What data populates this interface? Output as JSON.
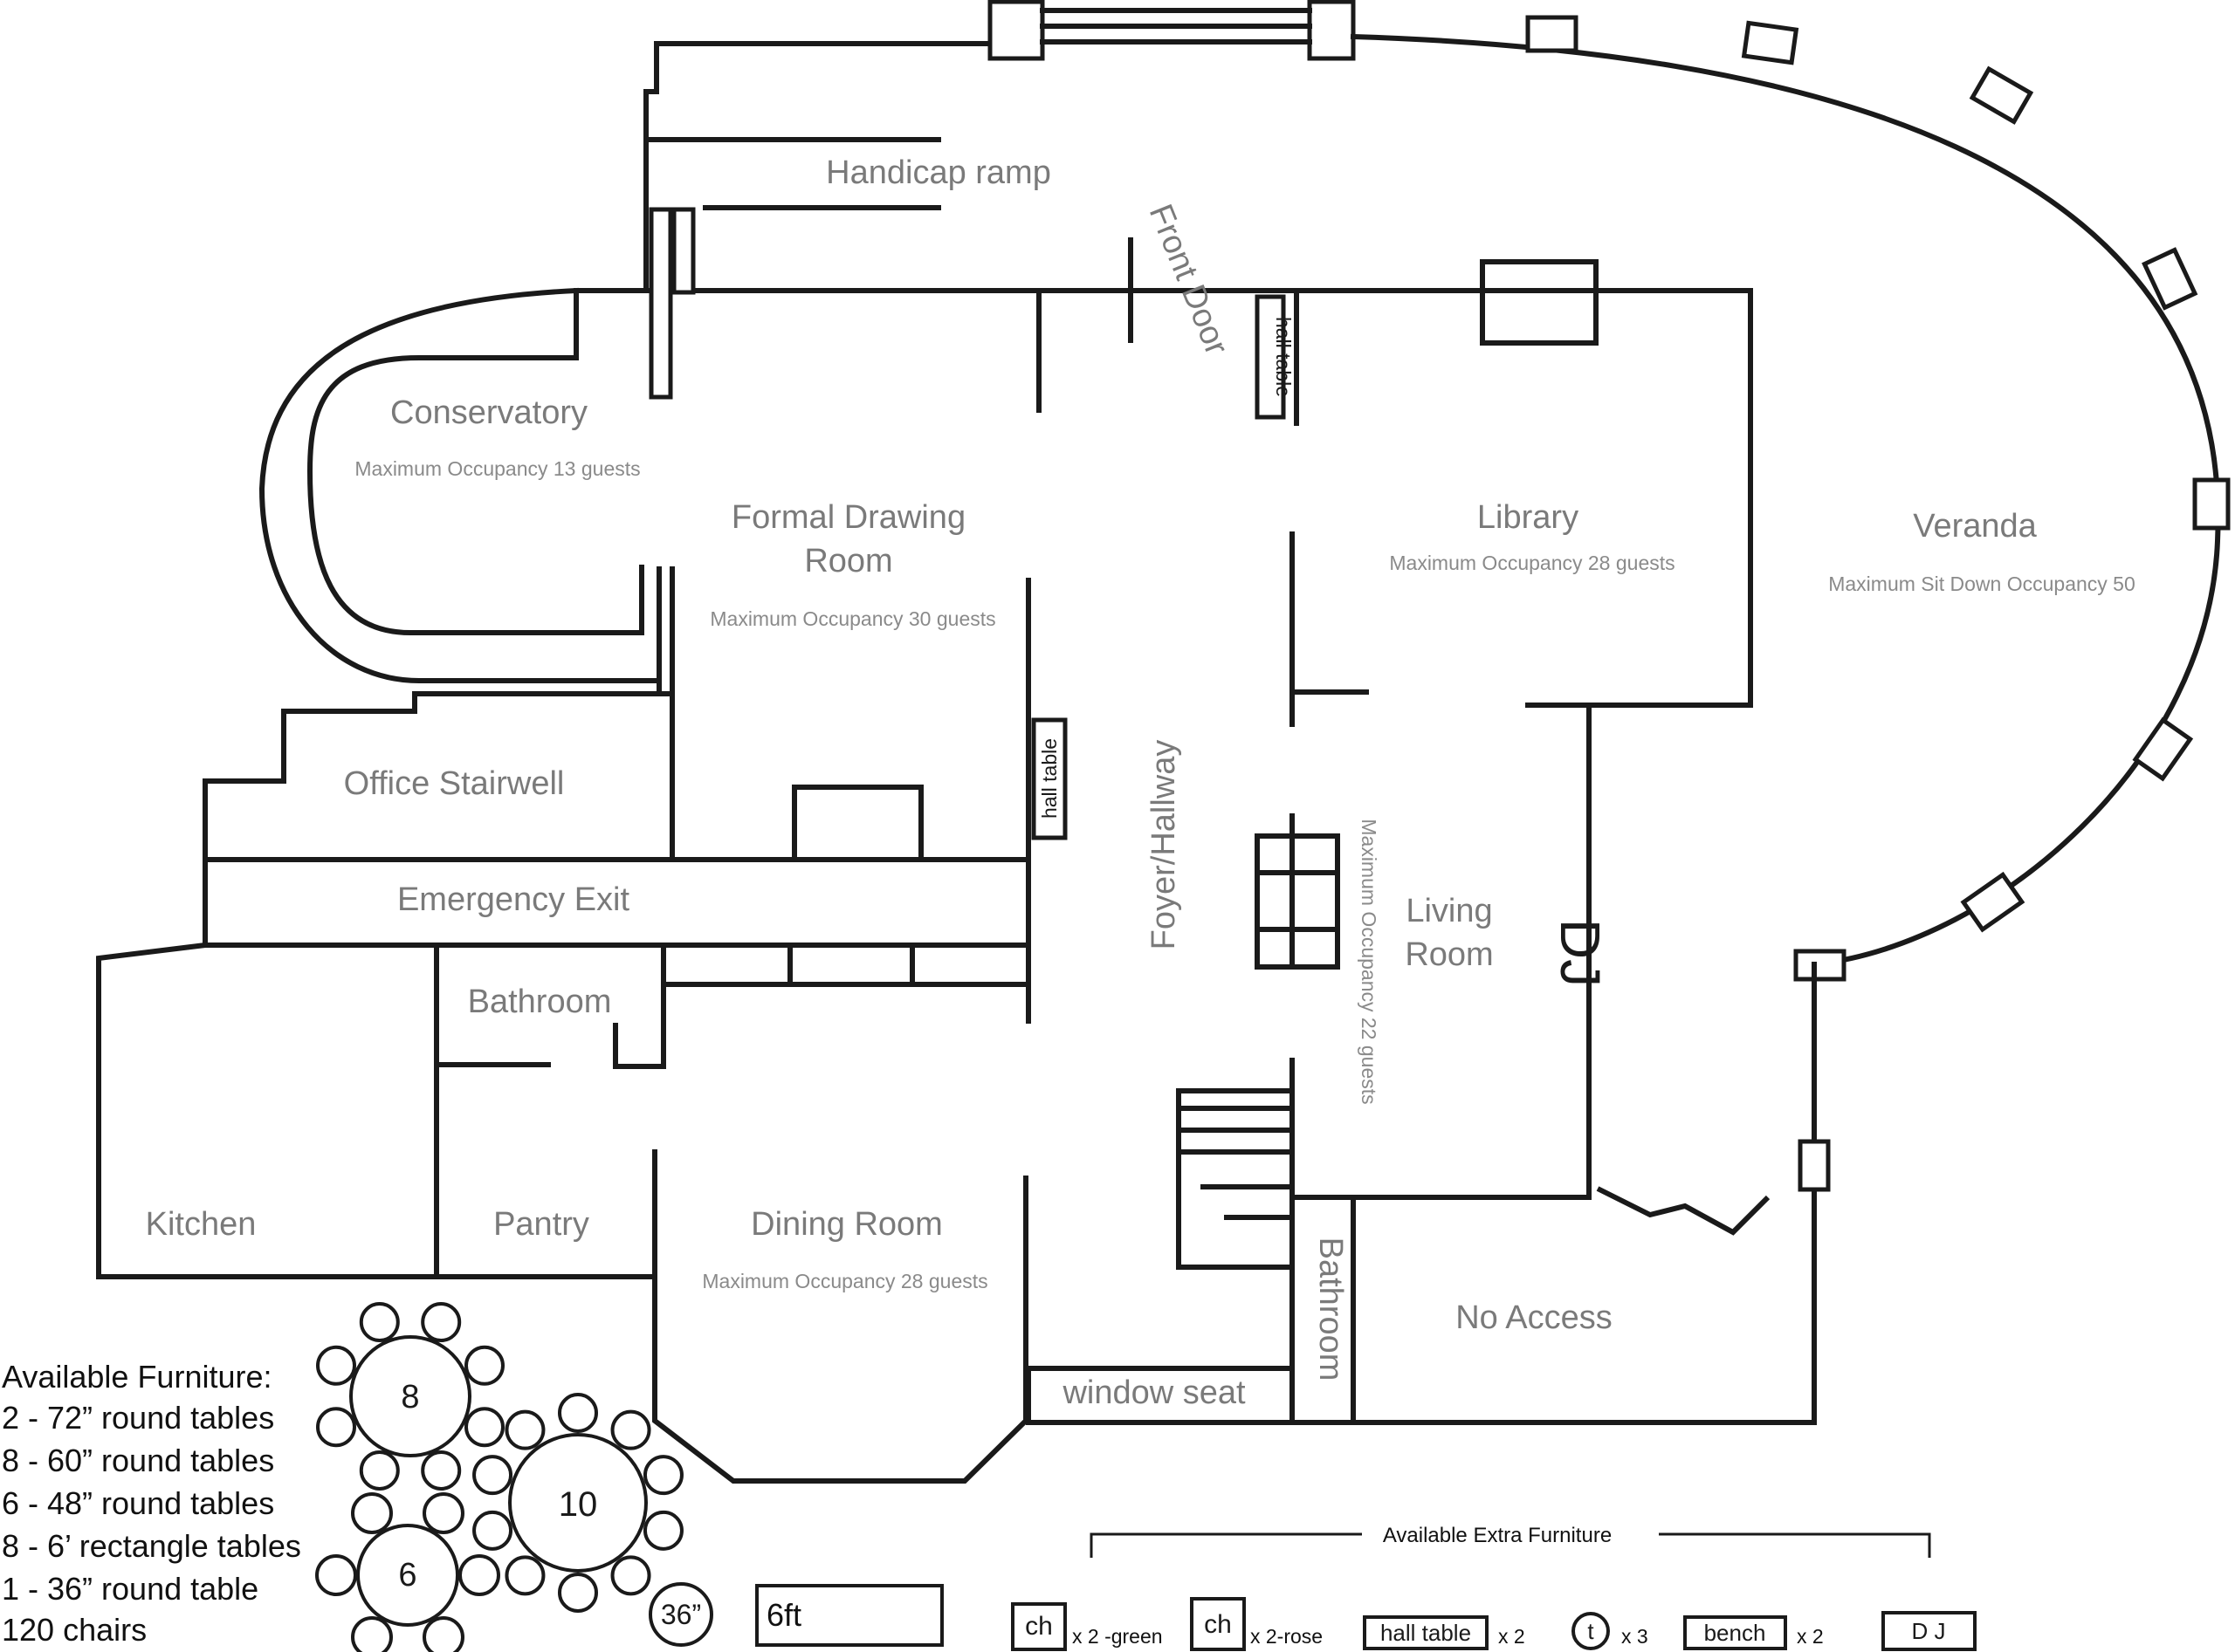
{
  "rooms": {
    "handicap_ramp": "Handicap ramp",
    "front_door": "Front Door",
    "conservatory": {
      "name": "Conservatory",
      "occupancy": "Maximum Occupancy 13 guests"
    },
    "formal_drawing_room": {
      "name_line1": "Formal Drawing",
      "name_line2": "Room",
      "occupancy": "Maximum Occupancy  30 guests"
    },
    "library": {
      "name": "Library",
      "occupancy": "Maximum Occupancy 28 guests"
    },
    "veranda": {
      "name": "Veranda",
      "occupancy": "Maximum Sit Down Occupancy 50"
    },
    "office_stairwell": "Office Stairwell",
    "emergency_exit": "Emergency Exit",
    "foyer_hallway": "Foyer/Hallway",
    "living_room": {
      "name_line1": "Living",
      "name_line2": "Room",
      "occupancy": "Maximum Occupancy 22 guests"
    },
    "bathroom_west": "Bathroom",
    "kitchen": "Kitchen",
    "pantry": "Pantry",
    "dining_room": {
      "name": "Dining Room",
      "occupancy": "Maximum Occupancy 28 guests"
    },
    "window_seat": "window seat",
    "bathroom_east": "Bathroom",
    "no_access": "No Access"
  },
  "fixtures": {
    "hall_table_top": "hall table",
    "hall_table_mid": "hall table",
    "dj_booth": "DJ"
  },
  "furniture_list": {
    "heading": "Available Furniture:",
    "items": [
      "2 - 72” round tables",
      "8 - 60” round tables",
      "6 - 48” round tables",
      "8 - 6’ rectangle tables",
      "1 - 36” round table",
      "120 chairs"
    ]
  },
  "table_samples": {
    "t8": "8",
    "t10": "10",
    "t6": "6",
    "t36": "36”",
    "rect": "6ft"
  },
  "extra_furniture": {
    "heading": "Available Extra Furniture",
    "items": [
      {
        "label": "ch",
        "qty": "x 2 -green"
      },
      {
        "label": "ch",
        "qty": "x 2-rose"
      },
      {
        "label": "hall table",
        "qty": "x 2"
      },
      {
        "label": "t",
        "qty": "x 3"
      },
      {
        "label": "bench",
        "qty": "x 2"
      },
      {
        "label": "D J",
        "qty": ""
      }
    ]
  }
}
